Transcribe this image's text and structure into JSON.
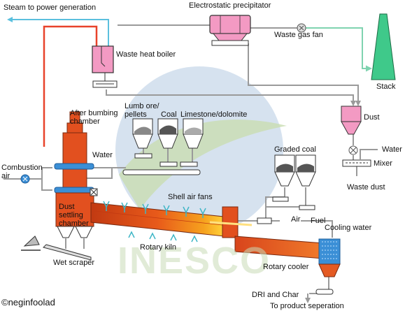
{
  "labels": {
    "steam": "Steam to power generation",
    "esp": "Electrostatic precipitator",
    "waste_gas_fan": "Waste gas fan",
    "stack": "Stack",
    "waste_heat_boiler": "Waste heat boiler",
    "after_burning_chamber": "After bumbing chamber",
    "lump_ore": "Lumb ore/ pellets",
    "coal": "Coal",
    "limestone": "Limestone/dolomite",
    "dust": "Dust",
    "water_left": "Water",
    "water_right": "Water",
    "mixer": "Mixer",
    "waste_dust": "Waste dust",
    "combustion_air": "Combustion air",
    "graded_coal": "Graded coal",
    "shell_air_fans": "Shell air fans",
    "dust_settling_chamber": "Dust settling chamber",
    "air": "Air",
    "fuel": "Fuel",
    "cooling_water": "Cooling water",
    "rotary_kiln": "Rotary kiln",
    "wet_scraper": "Wet scraper",
    "rotary_cooler": "Rotary cooler",
    "dri_char": "DRI and Char",
    "product_separation": "To product seperation",
    "copyright": "©neginfoolad"
  },
  "watermark": "INESCO",
  "colors": {
    "steam_line": "#5bc0de",
    "hot_line": "#e8432b",
    "gas_line": "#9a9a9a",
    "boiler": "#f39ac3",
    "stack": "#3fc98a",
    "chamber": "#e2501f",
    "kiln_hot": "#f28a1e",
    "cooler": "#e45a22",
    "cooler_jacket": "#3b8fd6",
    "watermark_circle": "#c5d6e8",
    "watermark_leaf": "#c9ddb2"
  }
}
